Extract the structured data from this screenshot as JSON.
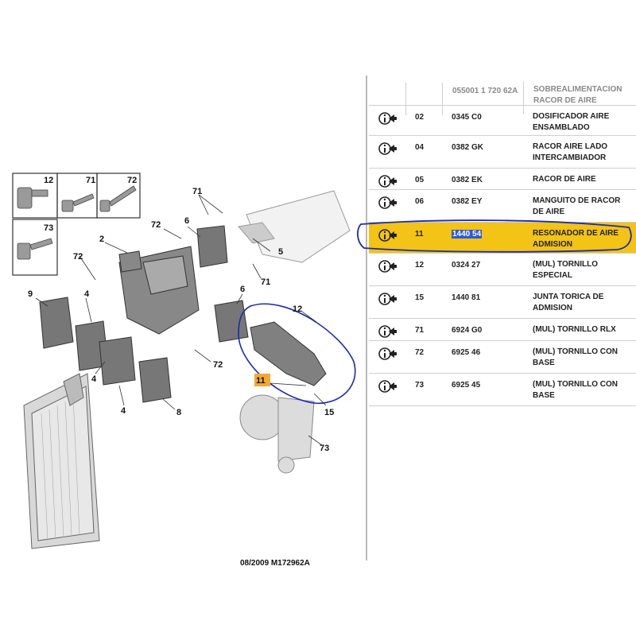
{
  "diagram": {
    "callouts": [
      "12",
      "71",
      "72",
      "73",
      "2",
      "6",
      "71",
      "72",
      "5",
      "72",
      "71",
      "9",
      "4",
      "6",
      "12",
      "72",
      "4",
      "11",
      "15",
      "8",
      "4",
      "73"
    ],
    "footer_code": "08/2009   M172962A"
  },
  "table": {
    "header": {
      "ref": "055001 1 720 62A",
      "desc": "SOBREALIMENTACION RACOR DE AIRE"
    },
    "rows": [
      {
        "code": "02",
        "ref": "0345 C0",
        "desc": "DOSIFICADOR AIRE ENSAMBLADO",
        "icon": "info-arrow-icon"
      },
      {
        "code": "04",
        "ref": "0382 GK",
        "desc": "RACOR AIRE LADO INTERCAMBIADOR",
        "icon": "info-arrow-icon"
      },
      {
        "code": "05",
        "ref": "0382 EK",
        "desc": "RACOR DE AIRE",
        "icon": "info-arrow-icon"
      },
      {
        "code": "06",
        "ref": "0382 EY",
        "desc": "MANGUITO DE RACOR DE AIRE",
        "icon": "info-arrow-icon"
      },
      {
        "code": "11",
        "ref": "1440 54",
        "desc": "RESONADOR DE AIRE ADMISION",
        "icon": "info-arrow-icon",
        "selected": true
      },
      {
        "code": "12",
        "ref": "0324 27",
        "desc": "(MUL) TORNILLO ESPECIAL",
        "icon": "info-arrow-icon"
      },
      {
        "code": "15",
        "ref": "1440 81",
        "desc": "JUNTA TORICA DE ADMISION",
        "icon": "info-arrow-icon"
      },
      {
        "code": "71",
        "ref": "6924 G0",
        "desc": "(MUL) TORNILLO RLX",
        "icon": "info-arrow-icon"
      },
      {
        "code": "72",
        "ref": "6925 46",
        "desc": "(MUL) TORNILLO CON BASE",
        "icon": "info-arrow-icon"
      },
      {
        "code": "73",
        "ref": "6925 45",
        "desc": "(MUL) TORNILLO CON BASE",
        "icon": "info-arrow-icon"
      }
    ]
  },
  "colors": {
    "highlight": "#f3c315",
    "selection": "#2a5bd8",
    "annotation": "#1a2bb0"
  }
}
